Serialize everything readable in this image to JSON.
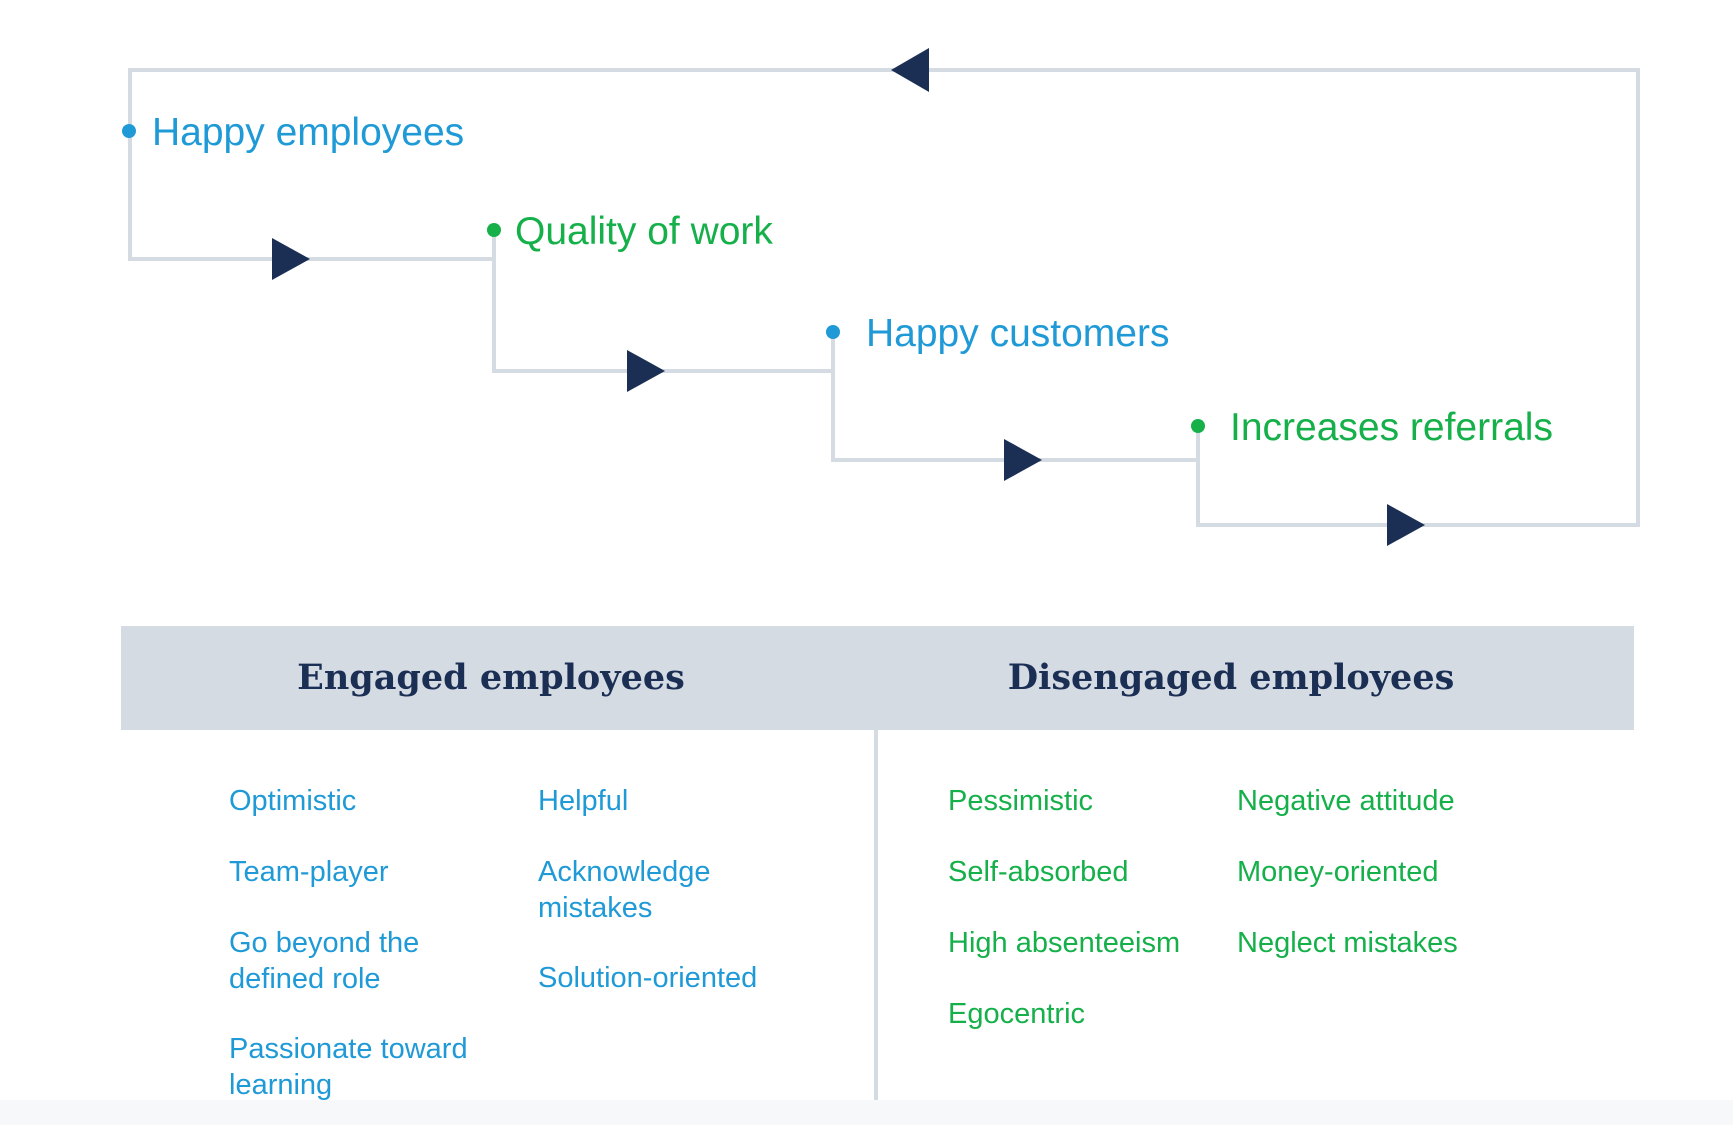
{
  "colors": {
    "blue": "#1f9ad6",
    "green": "#16b04b",
    "navy": "#1b2f55",
    "line": "#d5dbe3"
  },
  "cycle": {
    "stages": [
      {
        "label": "Happy employees",
        "color": "blue"
      },
      {
        "label": "Quality of work",
        "color": "green"
      },
      {
        "label": "Happy customers",
        "color": "blue"
      },
      {
        "label": "Increases referrals",
        "color": "green"
      }
    ]
  },
  "comparison": {
    "engaged": {
      "title": "Engaged employees",
      "traits_col1": [
        "Optimistic",
        "Team-player",
        "Go beyond the defined role",
        "Passionate toward learning"
      ],
      "traits_col2": [
        "Helpful",
        "Acknowledge mistakes",
        "Solution-oriented"
      ]
    },
    "disengaged": {
      "title": "Disengaged employees",
      "traits_col1": [
        "Pessimistic",
        "Self-absorbed",
        "High absenteeism",
        "Egocentric"
      ],
      "traits_col2": [
        "Negative attitude",
        "Money-oriented",
        "Neglect mistakes"
      ]
    }
  }
}
